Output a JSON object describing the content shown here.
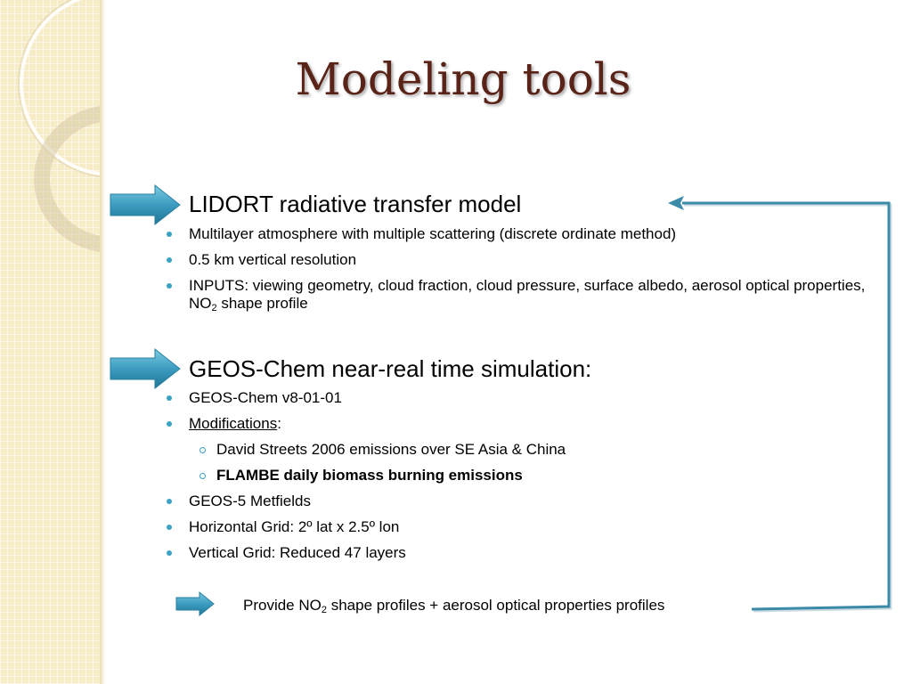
{
  "slide": {
    "title": "Modeling tools",
    "section1": {
      "heading": "LIDORT radiative transfer model",
      "bullets": [
        "Multilayer atmosphere with multiple scattering (discrete ordinate method)",
        "0.5 km vertical resolution"
      ],
      "inputs": {
        "text_before": "INPUTS: viewing geometry, cloud fraction, cloud pressure, surface albedo, aerosol optical properties, NO",
        "subscript": "2",
        "text_after": " shape profile"
      }
    },
    "section2": {
      "heading": "GEOS-Chem near-real time simulation:",
      "version": "GEOS-Chem v8-01-01",
      "modifications_label": "Modifications",
      "modifications_colon": ":",
      "sub_bullets": [
        "David Streets 2006 emissions over SE Asia & China",
        "FLAMBE daily biomass burning emissions"
      ],
      "bullets_after": [
        "GEOS-5 Metfields",
        "Horizontal Grid: 2º lat x 2.5º lon",
        "Vertical Grid: Reduced 47 layers"
      ]
    },
    "footer_line": {
      "text_before": "Provide NO",
      "subscript": "2",
      "text_after": " shape profiles + aerosol optical properties profiles"
    }
  },
  "colors": {
    "title": "#5a2318",
    "bullet": "#3aa3c4",
    "arrow": "#3b9cc0",
    "background_band": "#f6ecc8"
  }
}
